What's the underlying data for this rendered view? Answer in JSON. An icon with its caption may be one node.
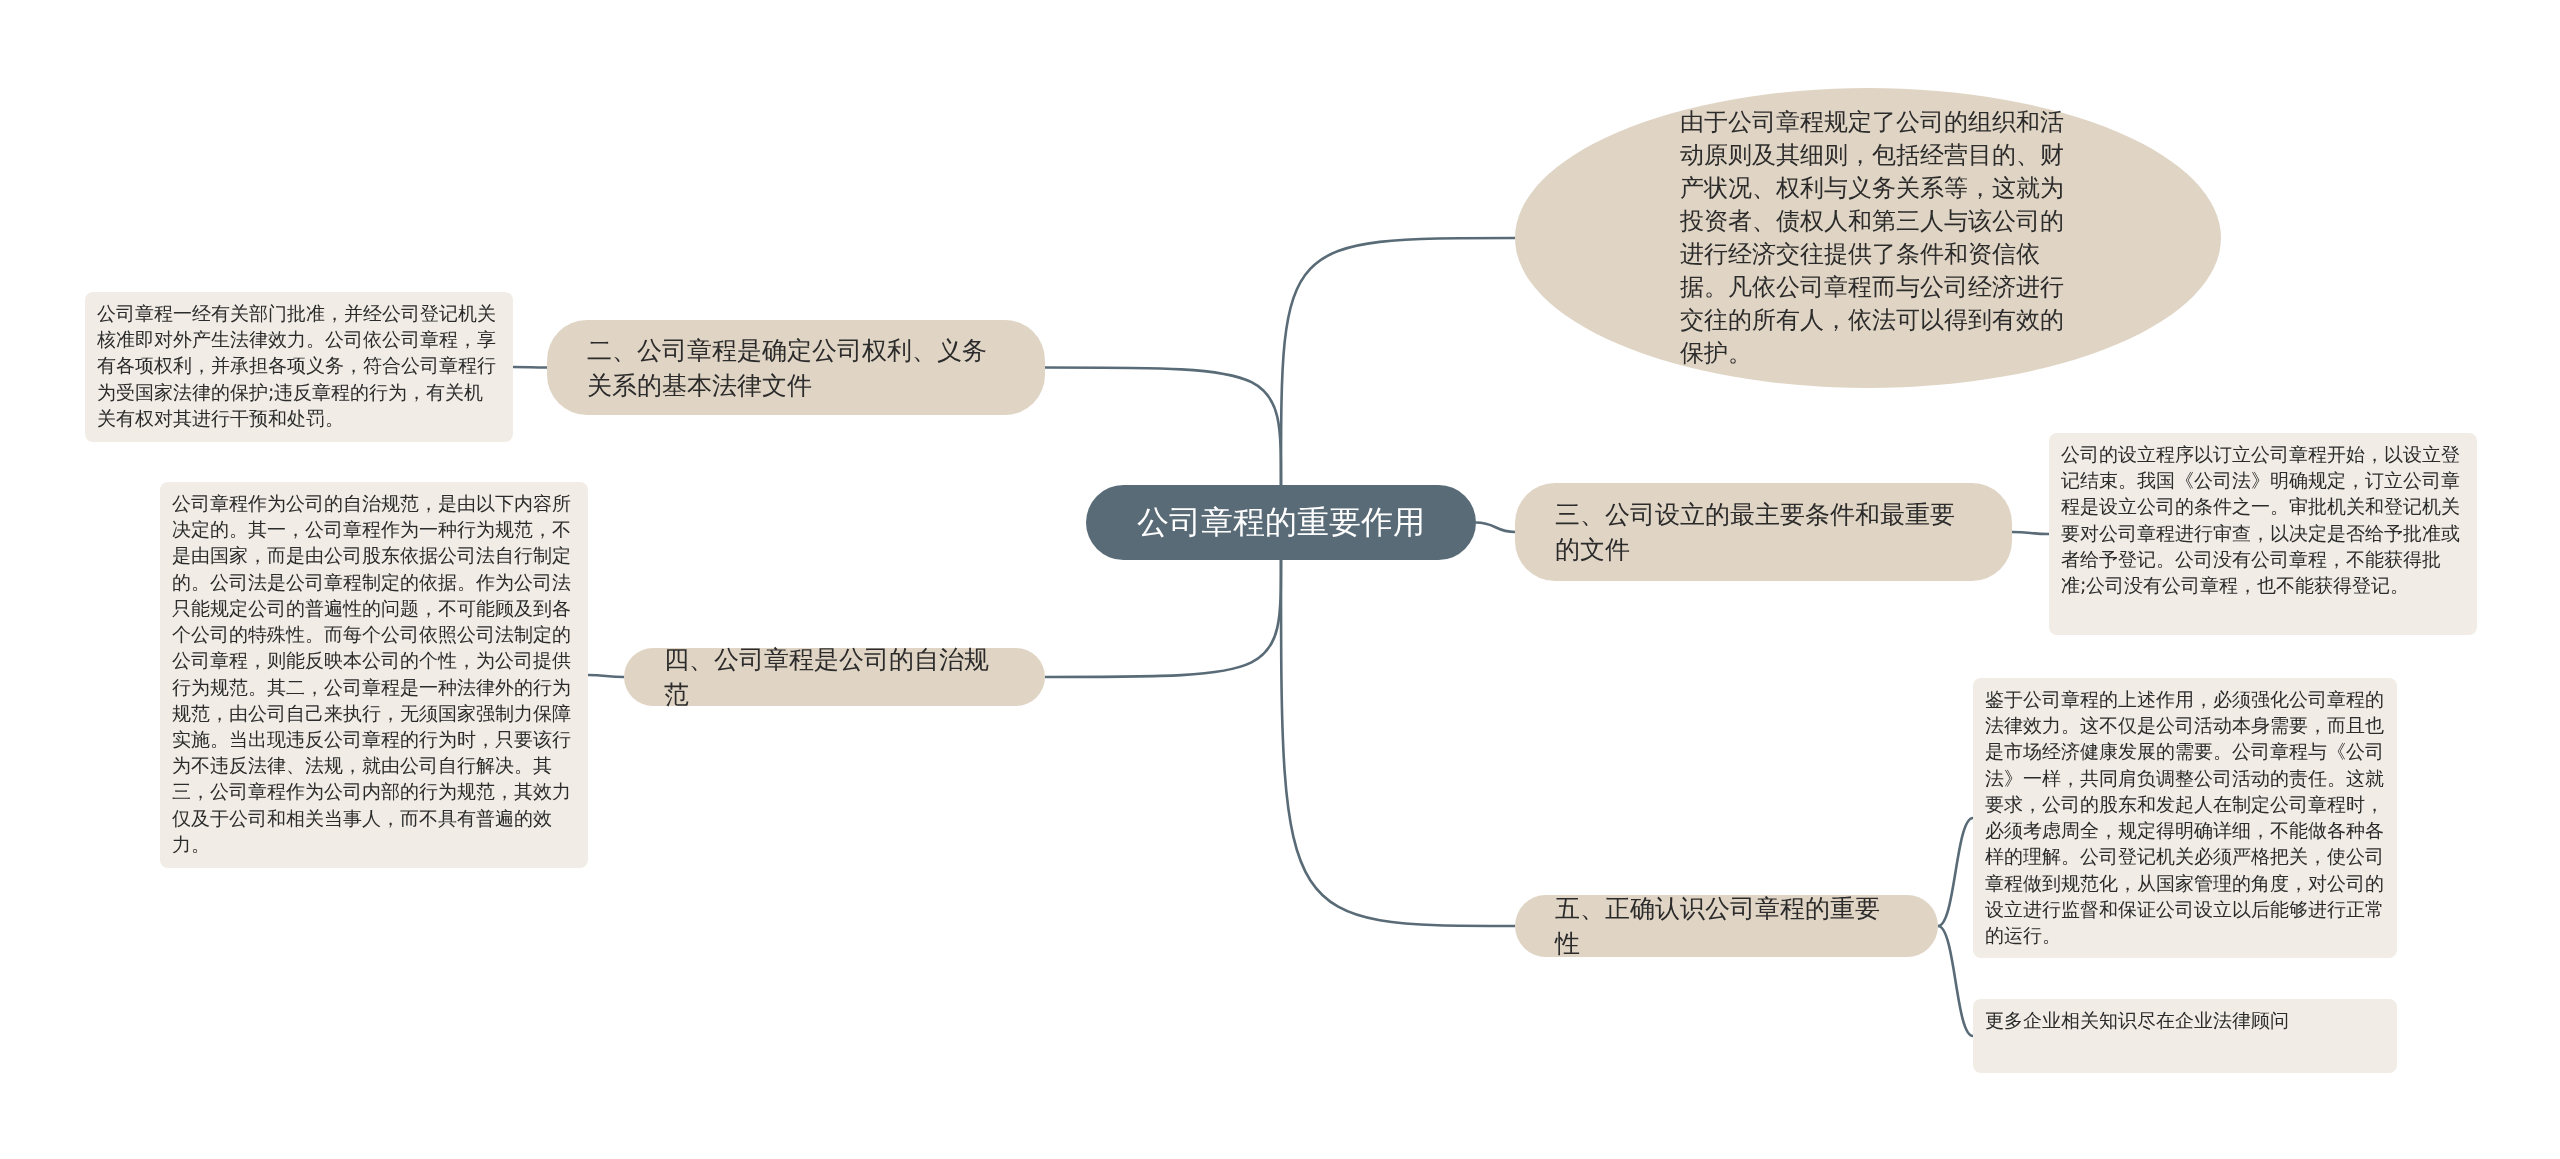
{
  "diagram": {
    "nodes": [
      {
        "text": [
          "公司章程的重要作用"
        ]
      },
      {
        "text": [
          "由于公司章程规定了公司的组织和活动原则及其细则，包括经营目的、财产状况、权利与义务关系等，这就为投资者、债权人和第三人与该公司的进行经济交往提供了条件和资信依据。凡依公司章程而与公司经济进行交往的所有人，依法可以得到有效的保护。"
        ]
      },
      {
        "text": [
          "二、公司章程是确定公司权利、义务关系的基本法律文件"
        ]
      },
      {
        "text": [
          "公司章程一经有关部门批准，并经公司登记机关核准即对外产生法律效力。公司依公司章程，享有各项权利，并承担各项义务，符合公司章程行为受国家法律的保护;违反章程的行为，有关机关有权对其进行干预和处罚。"
        ]
      },
      {
        "text": [
          "三、公司设立的最主要条件和最重要的文件"
        ]
      },
      {
        "text": [
          "公司的设立程序以订立公司章程开始，以设立登记结束。我国《公司法》明确规定，订立公司章程是设立公司的条件之一。审批机关和登记机关要对公司章程进行审查，以决定是否给予批准或者给予登记。公司没有公司章程，不能获得批准;公司没有公司章程，也不能获得登记。"
        ]
      },
      {
        "text": [
          "四、公司章程是公司的自治规范"
        ]
      },
      {
        "text": [
          "公司章程作为公司的自治规范，是由以下内容所决定的。其一，公司章程作为一种行为规范，不是由国家，而是由公司股东依据公司法自行制定的。公司法是公司章程制定的依据。作为公司法只能规定公司的普遍性的问题，不可能顾及到各个公司的特殊性。而每个公司依照公司法制定的公司章程，则能反映本公司的个性，为公司提供行为规范。其二，公司章程是一种法律外的行为规范，由公司自己来执行，无须国家强制力保障实施。当出现违反公司章程的行为时，只要该行为不违反法律、法规，就由公司自行解决。其三，公司章程作为公司内部的行为规范，其效力仅及于公司和相关当事人，而不具有普遍的效力。"
        ]
      },
      {
        "text": [
          "五、正确认识公司章程的重要性"
        ]
      },
      {
        "text": [
          "鉴于公司章程的上述作用，必须强化公司章程的法律效力。这不仅是公司活动本身需要，而且也是市场经济健康发展的需要。公司章程与《公司法》一样，共同肩负调整公司活动的责任。这就要求，公司的股东和发起人在制定公司章程时，必须考虑周全，规定得明确详细，不能做各种各样的理解。公司登记机关必须严格把关，使公司章程做到规范化，从国家管理的角度，对公司的设立进行监督和保证公司设立以后能够进行正常的运行。"
        ]
      },
      {
        "text": [
          "更多企业相关知识尽在企业法律顾问"
        ]
      }
    ],
    "edges": [
      {
        "from": 0,
        "to": 1,
        "arrow": "none"
      },
      {
        "from": 0,
        "to": 2,
        "arrow": "none"
      },
      {
        "from": 2,
        "to": 3,
        "arrow": "none"
      },
      {
        "from": 0,
        "to": 4,
        "arrow": "none"
      },
      {
        "from": 4,
        "to": 5,
        "arrow": "none"
      },
      {
        "from": 0,
        "to": 6,
        "arrow": "none"
      },
      {
        "from": 6,
        "to": 7,
        "arrow": "none"
      },
      {
        "from": 0,
        "to": 8,
        "arrow": "none"
      },
      {
        "from": 8,
        "to": 9,
        "arrow": "none"
      },
      {
        "from": 8,
        "to": 10,
        "arrow": "none"
      }
    ]
  }
}
